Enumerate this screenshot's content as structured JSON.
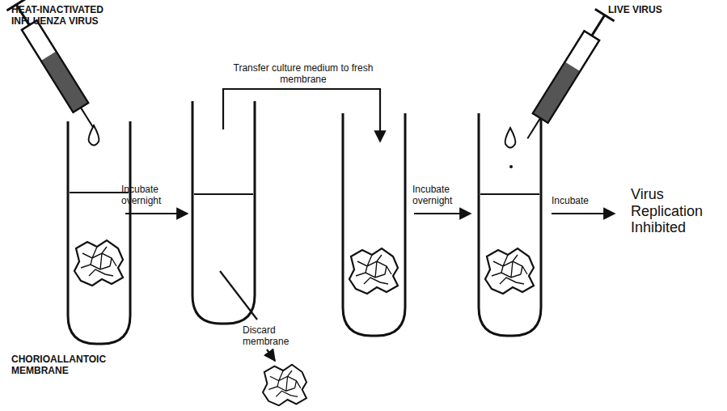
{
  "diagram": {
    "labels": [
      "HEAT-INACTIVATED INFLUENZA VIRUS",
      "CHORIOALLANTOIC MEMBRANE",
      "Incubate overnight",
      "Transfer culture medium to fresh membrane",
      "Discard membrane",
      "Incubate overnight",
      "LIVE VIRUS",
      "Incubate",
      "Virus Replication Inhibited"
    ]
  }
}
